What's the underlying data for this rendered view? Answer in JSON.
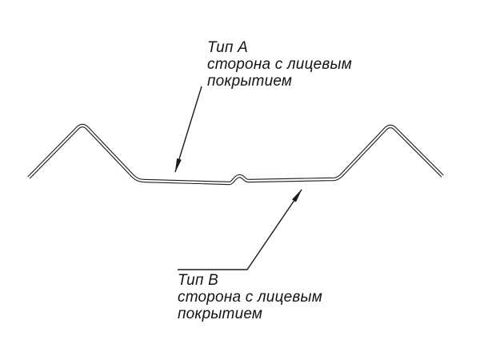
{
  "diagram": {
    "title": "Sheet metal profile cross-section with coating side callouts",
    "type_a_label": {
      "title": "Тип А",
      "line2": "сторона с лицевым",
      "line3": "покрытием"
    },
    "type_b_label": {
      "title": "Тип В",
      "line2": "сторона с лицевым",
      "line3": "покрытием"
    },
    "colors": {
      "line": "#1b1b1b",
      "background": "#ffffff"
    }
  }
}
